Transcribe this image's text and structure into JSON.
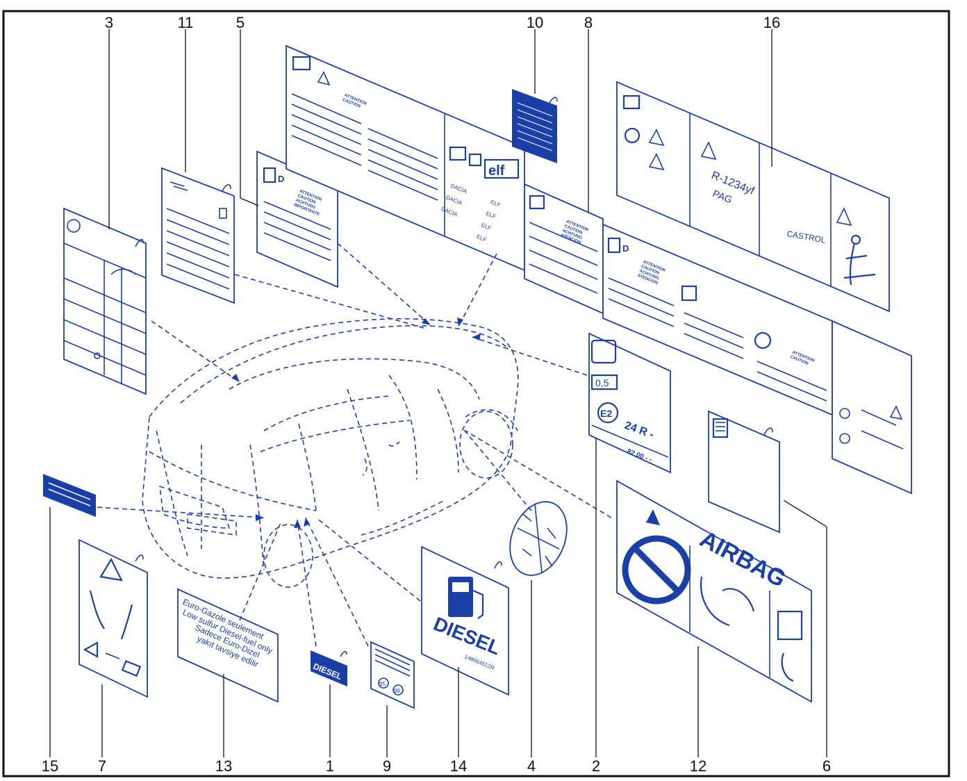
{
  "callouts": {
    "top": [
      "3",
      "11",
      "5",
      "10",
      "8",
      "16"
    ],
    "bottom": [
      "15",
      "7",
      "13",
      "1",
      "9",
      "14",
      "4",
      "2",
      "12",
      "6"
    ]
  },
  "labels": {
    "attention_block": [
      "ATTENTION",
      "CAUTION",
      "ACHTUNG",
      "ATENCIÓN"
    ],
    "attention_short": [
      "ATTENTION",
      "CAUTION"
    ],
    "attention_importante": [
      "ATTENTION",
      "CAUTION",
      "ACHTUNG",
      "IMPORTANTE"
    ],
    "oil_brands": [
      "DACIA",
      "ELF",
      "DACIA",
      "ELF",
      "DACIA",
      "ELF",
      "ELF"
    ],
    "elf_logo": "elf",
    "refrigerant": "R-1234yf",
    "pag": "PAG",
    "castrol": "CASTROL",
    "tyre_pressure": "0,5",
    "ece_mark": "E2",
    "ece_code": "24 R -",
    "part_ref": "82 00 - -",
    "airbag": "AIRBAG",
    "diesel": "DIESEL",
    "diesel_part": "148064512R",
    "fuel_text": [
      "Euro-Gazole seulement",
      "Low sulfur Diesel-fuel only",
      "Sadece Euro-Dizel",
      "yakıt tavsiye edilir"
    ],
    "octane": [
      "95",
      "98"
    ]
  }
}
